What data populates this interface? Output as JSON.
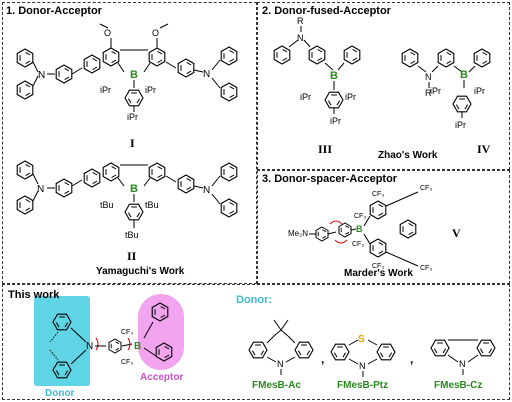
{
  "panels": {
    "p1": {
      "title": "1. Donor-Acceptor",
      "label_I": "I",
      "label_II": "II",
      "credit": "Yamaguchi's Work"
    },
    "p2": {
      "title": "2. Donor-fused-Acceptor",
      "label_III": "III",
      "label_IV": "IV",
      "credit": "Zhao's Work"
    },
    "p3": {
      "title": "3. Donor-spacer-Acceptor",
      "label_V": "V",
      "credit": "Marder's Work"
    },
    "p4": {
      "title": "This work",
      "donor_tag": "Donor",
      "acceptor_tag": "Acceptor",
      "donor_header": "Donor:",
      "compounds": [
        "FMesB-Ac",
        "FMesB-Ptz",
        "FMesB-Cz"
      ],
      "separator": ","
    }
  },
  "atoms": {
    "B": "B",
    "N": "N",
    "S": "S",
    "O": "O",
    "R": "R",
    "iPr": "iPr",
    "tBu": "tBu",
    "CF3": "CF₃",
    "Me2N": "Me₂N"
  },
  "colors": {
    "boron": "#2a8a1f",
    "sulfur": "#e8a000",
    "donor_box": "#5fd4e4",
    "acceptor_blob": "#f2a4ef",
    "donor_text": "#3bbad0",
    "acceptor_text": "#c454c4",
    "compound_text": "#2a8a1f",
    "arrow_red": "#d01010"
  }
}
